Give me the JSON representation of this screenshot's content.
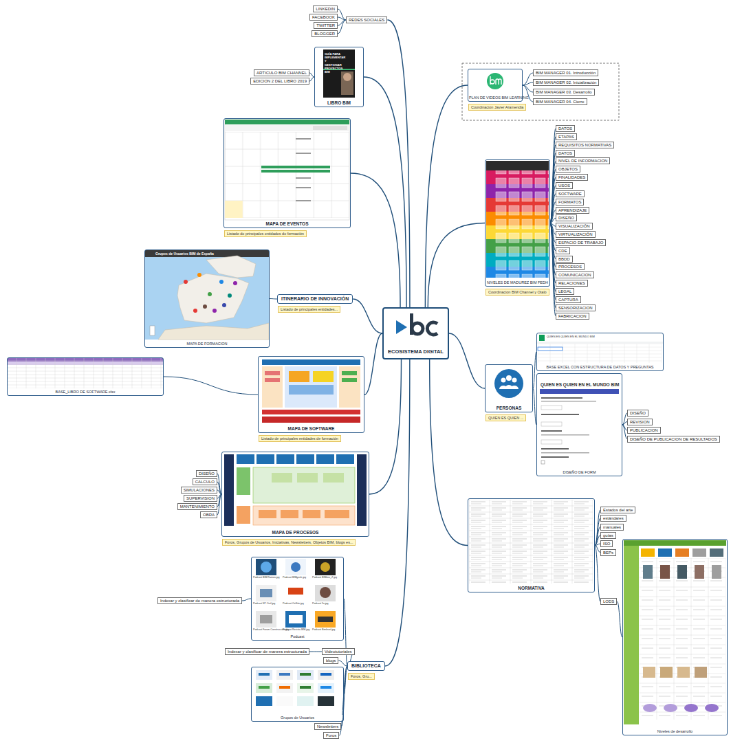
{
  "diagram": {
    "nodes": [
      {
        "text": [
          "ECOSISTEMA DIGITAL"
        ]
      },
      {
        "text": [
          "REDES SOCIALES"
        ]
      },
      {
        "text": [
          "LINKEDIN"
        ]
      },
      {
        "text": [
          "FACEBOOK"
        ]
      },
      {
        "text": [
          "TWITTER"
        ]
      },
      {
        "text": [
          "BLOGGER"
        ]
      },
      {
        "text": [
          "LIBRO BIM"
        ]
      },
      {
        "text": [
          "ARTICULO BIM CHANNEL"
        ]
      },
      {
        "text": [
          "EDICION 2 DEL LIBRO 2019"
        ]
      },
      {
        "text": [
          "MAPA DE EVENTOS",
          "Listado de principales entidades de formación"
        ]
      },
      {
        "text": [
          "ITINERARIO DE INNOVACIÓN",
          "Listado de principales entidades..."
        ]
      },
      {
        "text": [
          "MAPA DE FORMACION"
        ]
      },
      {
        "text": [
          "MAPA DE SOFTWARE",
          "Listado de principales entidades de formación"
        ]
      },
      {
        "text": [
          "BASE_LIBRO DE SOFTWARE.xlsx"
        ]
      },
      {
        "text": [
          "MAPA DE PROCESOS",
          "Foros, Grupos de Usuarios, Iniciativas, Newsletters, Objetos BIM, blogs es..."
        ]
      },
      {
        "text": [
          "DISEÑO"
        ]
      },
      {
        "text": [
          "CALCULO"
        ]
      },
      {
        "text": [
          "SIMULACIONES"
        ]
      },
      {
        "text": [
          "SUPERVISION"
        ]
      },
      {
        "text": [
          "MANTENIMIENTO"
        ]
      },
      {
        "text": [
          "OBRA"
        ]
      },
      {
        "text": [
          "BIBLIOTECA",
          "Foros, Gru..."
        ]
      },
      {
        "text": [
          "Podcast"
        ]
      },
      {
        "text": [
          "Indexar y clasificar de manera estructurada"
        ]
      },
      {
        "text": [
          "Videotutoriales"
        ]
      },
      {
        "text": [
          "Indexar y clasificar de manera estructurada"
        ]
      },
      {
        "text": [
          "blogs"
        ]
      },
      {
        "text": [
          "Grupos de Usuarios"
        ]
      },
      {
        "text": [
          "Newsletters"
        ]
      },
      {
        "text": [
          "Foros"
        ]
      },
      {
        "text": [
          "PLAN DE VIDEOS BIM LEARNING",
          "Coordinacion Javier Aramendia"
        ]
      },
      {
        "text": [
          "BIM MANAGER 01. Introducción"
        ]
      },
      {
        "text": [
          "BIM MANAGER 02. Inicialización"
        ]
      },
      {
        "text": [
          "BIM MANAGER 03. Desarrollo"
        ]
      },
      {
        "text": [
          "BIM MANAGER 04. Cierre"
        ]
      },
      {
        "text": [
          "NIVELES DE MADUREZ BIM FEDH",
          "Coordinacion BIM Channel y Otalo"
        ]
      },
      {
        "text": [
          "DATOS"
        ]
      },
      {
        "text": [
          "ETAPAS"
        ]
      },
      {
        "text": [
          "REQUISITOS NORMATIVAS"
        ]
      },
      {
        "text": [
          "DATOS"
        ]
      },
      {
        "text": [
          "NIVEL DE INFORMACION"
        ]
      },
      {
        "text": [
          "OBJETOS"
        ]
      },
      {
        "text": [
          "FINALIDADES"
        ]
      },
      {
        "text": [
          "USOS"
        ]
      },
      {
        "text": [
          "SOFTWARE"
        ]
      },
      {
        "text": [
          "FORMATOS"
        ]
      },
      {
        "text": [
          "APRENDIZAJE"
        ]
      },
      {
        "text": [
          "DISEÑO"
        ]
      },
      {
        "text": [
          "VISUALIZACIÓN"
        ]
      },
      {
        "text": [
          "VIRTUALIZACIÓN"
        ]
      },
      {
        "text": [
          "ESPACIO DE TRABAJO"
        ]
      },
      {
        "text": [
          "CDE"
        ]
      },
      {
        "text": [
          "BBDD"
        ]
      },
      {
        "text": [
          "PROCESOS"
        ]
      },
      {
        "text": [
          "COMUNICACION"
        ]
      },
      {
        "text": [
          "RELACIONES"
        ]
      },
      {
        "text": [
          "LEGAL"
        ]
      },
      {
        "text": [
          "CAPTURA"
        ]
      },
      {
        "text": [
          "SENSORIZACION"
        ]
      },
      {
        "text": [
          "FABRICACION"
        ]
      },
      {
        "text": [
          "PERSONAS",
          "QUIEN ES QUIEN ..."
        ]
      },
      {
        "text": [
          "BASE EXCEL CON ESTRUCTURA DE DATOS Y PREGUNTAS"
        ]
      },
      {
        "text": [
          "DISEÑO DE FORM"
        ]
      },
      {
        "text": [
          "DISEÑO"
        ]
      },
      {
        "text": [
          "REVISION"
        ]
      },
      {
        "text": [
          "PUBLICACION"
        ]
      },
      {
        "text": [
          "DISEÑO DE PUBLICACION DE RESULTADOS"
        ]
      },
      {
        "text": [
          "NORMATIVA"
        ]
      },
      {
        "text": [
          "Estados del arte"
        ]
      },
      {
        "text": [
          "estándares"
        ]
      },
      {
        "text": [
          "manuales"
        ]
      },
      {
        "text": [
          "guías"
        ]
      },
      {
        "text": [
          "ISO"
        ]
      },
      {
        "text": [
          "BEPs"
        ]
      },
      {
        "text": [
          "LODS"
        ]
      },
      {
        "text": [
          "Niveles de desarrollo"
        ]
      }
    ],
    "edges": [
      {
        "from": 0,
        "to": 1,
        "arrow": "none"
      },
      {
        "from": 1,
        "to": 2,
        "arrow": "none"
      },
      {
        "from": 1,
        "to": 3,
        "arrow": "none"
      },
      {
        "from": 1,
        "to": 4,
        "arrow": "none"
      },
      {
        "from": 1,
        "to": 5,
        "arrow": "none"
      },
      {
        "from": 0,
        "to": 6,
        "arrow": "none"
      },
      {
        "from": 6,
        "to": 7,
        "arrow": "none"
      },
      {
        "from": 6,
        "to": 8,
        "arrow": "none"
      },
      {
        "from": 0,
        "to": 9,
        "arrow": "none"
      },
      {
        "from": 0,
        "to": 10,
        "arrow": "none"
      },
      {
        "from": 10,
        "to": 11,
        "arrow": "none"
      },
      {
        "from": 0,
        "to": 12,
        "arrow": "none"
      },
      {
        "from": 12,
        "to": 13,
        "arrow": "none"
      },
      {
        "from": 0,
        "to": 14,
        "arrow": "none"
      },
      {
        "from": 14,
        "to": 15,
        "arrow": "none"
      },
      {
        "from": 14,
        "to": 16,
        "arrow": "none"
      },
      {
        "from": 14,
        "to": 17,
        "arrow": "none"
      },
      {
        "from": 14,
        "to": 18,
        "arrow": "none"
      },
      {
        "from": 14,
        "to": 19,
        "arrow": "none"
      },
      {
        "from": 14,
        "to": 20,
        "arrow": "none"
      },
      {
        "from": 0,
        "to": 21,
        "arrow": "none"
      },
      {
        "from": 21,
        "to": 22,
        "arrow": "none"
      },
      {
        "from": 22,
        "to": 23,
        "arrow": "none"
      },
      {
        "from": 21,
        "to": 24,
        "arrow": "none"
      },
      {
        "from": 24,
        "to": 25,
        "arrow": "none"
      },
      {
        "from": 21,
        "to": 26,
        "arrow": "none"
      },
      {
        "from": 21,
        "to": 27,
        "arrow": "none"
      },
      {
        "from": 21,
        "to": 28,
        "arrow": "none"
      },
      {
        "from": 21,
        "to": 29,
        "arrow": "none"
      },
      {
        "from": 0,
        "to": 30,
        "arrow": "none"
      },
      {
        "from": 30,
        "to": 31,
        "arrow": "none"
      },
      {
        "from": 30,
        "to": 32,
        "arrow": "none"
      },
      {
        "from": 30,
        "to": 33,
        "arrow": "none"
      },
      {
        "from": 30,
        "to": 34,
        "arrow": "none"
      },
      {
        "from": 0,
        "to": 35,
        "arrow": "none"
      },
      {
        "from": 35,
        "to": 36,
        "arrow": "none"
      },
      {
        "from": 35,
        "to": 37,
        "arrow": "none"
      },
      {
        "from": 35,
        "to": 38,
        "arrow": "none"
      },
      {
        "from": 35,
        "to": 39,
        "arrow": "none"
      },
      {
        "from": 35,
        "to": 40,
        "arrow": "none"
      },
      {
        "from": 35,
        "to": 41,
        "arrow": "none"
      },
      {
        "from": 35,
        "to": 42,
        "arrow": "none"
      },
      {
        "from": 35,
        "to": 43,
        "arrow": "none"
      },
      {
        "from": 35,
        "to": 44,
        "arrow": "none"
      },
      {
        "from": 35,
        "to": 45,
        "arrow": "none"
      },
      {
        "from": 35,
        "to": 46,
        "arrow": "none"
      },
      {
        "from": 35,
        "to": 47,
        "arrow": "none"
      },
      {
        "from": 35,
        "to": 48,
        "arrow": "none"
      },
      {
        "from": 35,
        "to": 49,
        "arrow": "none"
      },
      {
        "from": 35,
        "to": 50,
        "arrow": "none"
      },
      {
        "from": 35,
        "to": 51,
        "arrow": "none"
      },
      {
        "from": 35,
        "to": 52,
        "arrow": "none"
      },
      {
        "from": 35,
        "to": 53,
        "arrow": "none"
      },
      {
        "from": 35,
        "to": 54,
        "arrow": "none"
      },
      {
        "from": 35,
        "to": 55,
        "arrow": "none"
      },
      {
        "from": 35,
        "to": 56,
        "arrow": "none"
      },
      {
        "from": 35,
        "to": 57,
        "arrow": "none"
      },
      {
        "from": 35,
        "to": 58,
        "arrow": "none"
      },
      {
        "from": 35,
        "to": 59,
        "arrow": "none"
      },
      {
        "from": 0,
        "to": 60,
        "arrow": "none"
      },
      {
        "from": 60,
        "to": 61,
        "arrow": "none"
      },
      {
        "from": 60,
        "to": 62,
        "arrow": "none"
      },
      {
        "from": 62,
        "to": 63,
        "arrow": "none"
      },
      {
        "from": 62,
        "to": 64,
        "arrow": "none"
      },
      {
        "from": 62,
        "to": 65,
        "arrow": "none"
      },
      {
        "from": 62,
        "to": 66,
        "arrow": "none"
      },
      {
        "from": 0,
        "to": 67,
        "arrow": "none"
      },
      {
        "from": 67,
        "to": 68,
        "arrow": "none"
      },
      {
        "from": 67,
        "to": 69,
        "arrow": "none"
      },
      {
        "from": 67,
        "to": 70,
        "arrow": "none"
      },
      {
        "from": 67,
        "to": 71,
        "arrow": "none"
      },
      {
        "from": 67,
        "to": 72,
        "arrow": "none"
      },
      {
        "from": 67,
        "to": 73,
        "arrow": "none"
      },
      {
        "from": 67,
        "to": 74,
        "arrow": "none"
      },
      {
        "from": 74,
        "to": 75,
        "arrow": "none"
      }
    ],
    "labels": [
      "GUÍA PARA IMPLEMENTAR Y GESTIONAR PROYECTOS BIM",
      "Grupos de Usuarios BIM de España",
      "QUIEN ES QUIEN EN EL MUNDO BIM",
      "QUIEN ES QUIEN EN EL MUNDO BIM",
      "Podcast BIM Ramos.jpg",
      "Podcast BIMgeek.jpg",
      "Podcast BIMites_Z.jpg",
      "Podcast NT Civil.jpg",
      "Podcast OnSite.jpg",
      "Podcast 5x.jpg",
      "Podcast Forum Construcción.jpg",
      "Podcast Revista BIM.jpg",
      "Podcast Bimlevel.jpg"
    ]
  }
}
